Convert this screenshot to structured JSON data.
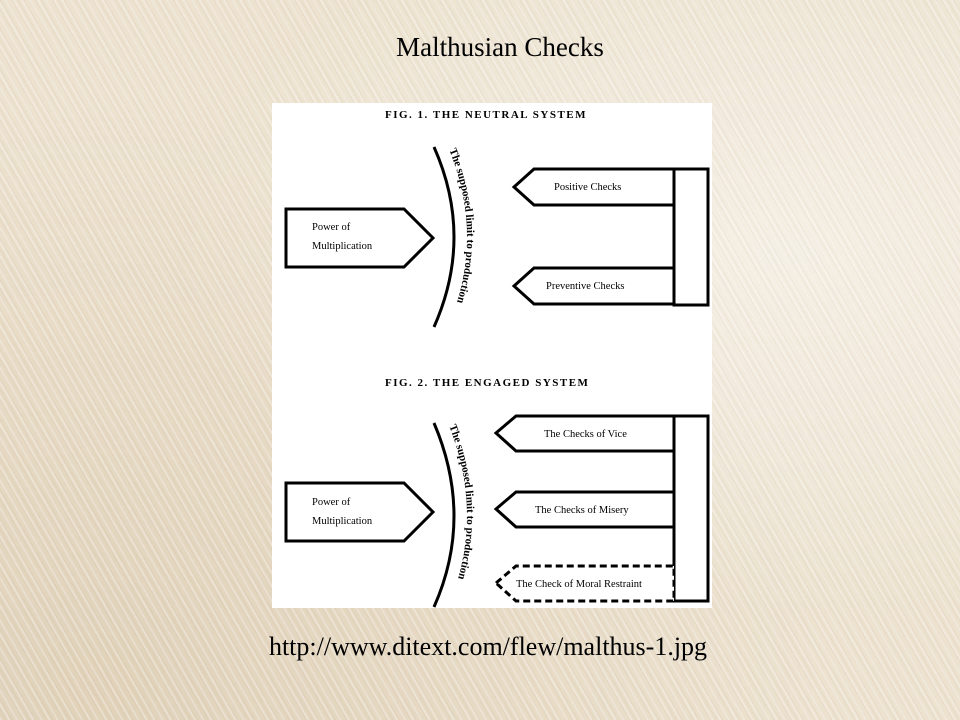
{
  "title": "Malthusian Checks",
  "source_url": "http://www.ditext.com/flew/malthus-1.jpg",
  "diagram": {
    "fig1": {
      "label": "FIG. 1. THE NEUTRAL SYSTEM",
      "power_line1": "Power of",
      "power_line2": "Multiplication",
      "curve_label": "The supposed limit to production",
      "check_top": "Positive Checks",
      "check_bottom": "Preventive Checks"
    },
    "fig2": {
      "label": "FIG. 2. THE ENGAGED SYSTEM",
      "power_line1": "Power of",
      "power_line2": "Multiplication",
      "curve_label": "The supposed limit to production",
      "check_vice": "The Checks of Vice",
      "check_misery": "The Checks of Misery",
      "check_moral": "The Check of Moral Restraint"
    }
  }
}
